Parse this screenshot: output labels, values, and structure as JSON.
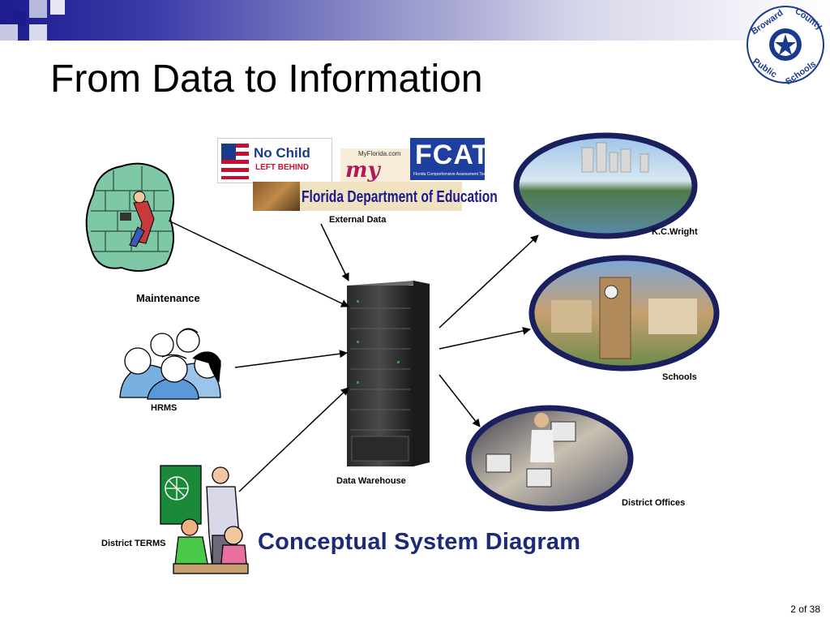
{
  "slide": {
    "title": "From Data to Information",
    "page_indicator": "2 of 38"
  },
  "logo": {
    "text_top_left": "Broward",
    "text_top_right": "County",
    "text_bottom_left": "Public",
    "text_bottom_right": "Schools"
  },
  "external_logos": {
    "nclb_line1": "No Child",
    "nclb_line2": "LEFT BEHIND",
    "myflorida_url": "MyFlorida.com",
    "myflorida_mark": "my",
    "fcat_title": "FCAT",
    "fcat_subtitle": "Florida Comprehensive Assessment Test",
    "fldoe": "Florida Department of Education"
  },
  "diagram": {
    "title": "Conceptual System Diagram",
    "sources": [
      {
        "label": "External Data"
      },
      {
        "label": "Maintenance"
      },
      {
        "label": "HRMS"
      },
      {
        "label": "District TERMS"
      }
    ],
    "hub": {
      "label": "Data Warehouse"
    },
    "destinations": [
      {
        "label": "K.C.Wright"
      },
      {
        "label": "Schools"
      },
      {
        "label": "District Offices"
      }
    ]
  },
  "colors": {
    "accent": "#1c1c8e",
    "diagram_title": "#1c2a78",
    "oval_border": "#1a1f5e"
  }
}
